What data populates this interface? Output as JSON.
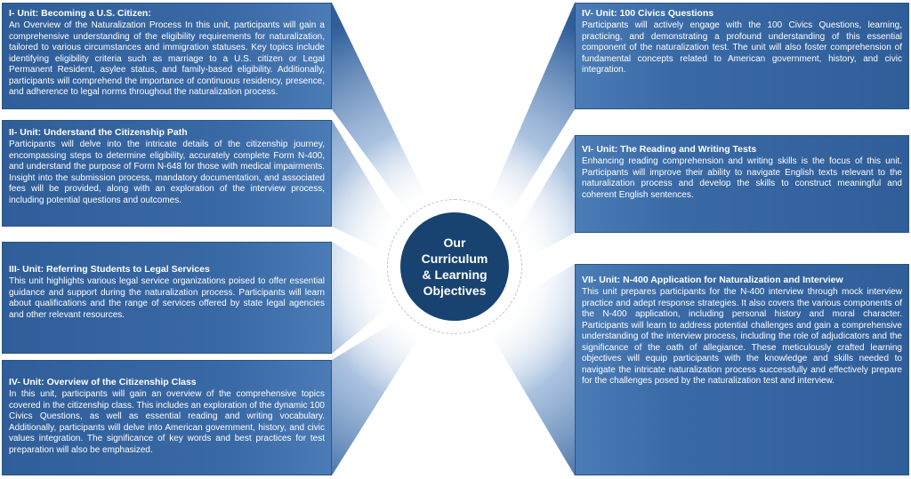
{
  "center": {
    "title": "Our\nCurriculum\n& Learning\nObjectives"
  },
  "units": [
    {
      "heading": "I- Unit: Becoming a U.S. Citizen:",
      "body": "An Overview of the Naturalization Process In this unit, participants will gain a comprehensive understanding of the eligibility requirements for naturalization, tailored to various circumstances and immigration statuses. Key topics include identifying eligibility criteria such as marriage to a U.S. citizen or Legal Permanent Resident, asylee status, and family-based eligibility. Additionally, participants will comprehend the importance of continuous residency, presence, and adherence to legal norms throughout the naturalization process."
    },
    {
      "heading": "II- Unit: Understand the Citizenship Path",
      "body": "Participants will delve into the intricate details of the citizenship journey, encompassing steps to determine eligibility, accurately complete Form N-400, and understand the purpose of Form N-648 for those with medical impairments. Insight into the submission process, mandatory documentation, and associated fees will be provided, along with an exploration of the interview process, including potential questions and outcomes."
    },
    {
      "heading": "III- Unit: Referring Students to Legal Services",
      "body": "This unit highlights various legal service organizations poised to offer essential guidance and support during the naturalization process. Participants will learn about qualifications and the range of services offered by state legal agencies and other relevant resources."
    },
    {
      "heading": "IV- Unit: Overview of the Citizenship Class",
      "body": "In this unit, participants will gain an overview of the comprehensive topics covered in the citizenship class. This includes an exploration of the dynamic 100 Civics Questions, as well as essential reading and writing vocabulary. Additionally, participants will delve into American government, history, and civic values integration. The significance of key words and best practices for test preparation will also be emphasized."
    },
    {
      "heading": "IV- Unit: 100 Civics Questions",
      "body": "Participants will actively engage with the 100 Civics Questions, learning, practicing, and demonstrating a profound understanding of this essential component of the naturalization test. The unit will also foster comprehension of fundamental concepts related to American government, history, and civic integration."
    },
    {
      "heading": "VI- Unit: The Reading and Writing Tests",
      "body": "Enhancing reading comprehension and writing skills is the focus of this unit. Participants will improve their ability to navigate English texts relevant to the naturalization process and develop the skills to construct meaningful and coherent English sentences."
    },
    {
      "heading": "VII- Unit: N-400 Application for Naturalization and Interview",
      "body": "This unit prepares participants for the N-400 interview through mock interview practice and adept response strategies. It also covers the various components of the N-400 application, including personal history and moral character. Participants will learn to address potential challenges and gain a comprehensive understanding of the interview process, including the role of adjudicators and the significance of the oath of allegiance. These meticulously crafted learning objectives will equip participants with the knowledge and skills needed to navigate the intricate naturalization process successfully and effectively prepare for the challenges posed by the naturalization test and interview."
    }
  ]
}
